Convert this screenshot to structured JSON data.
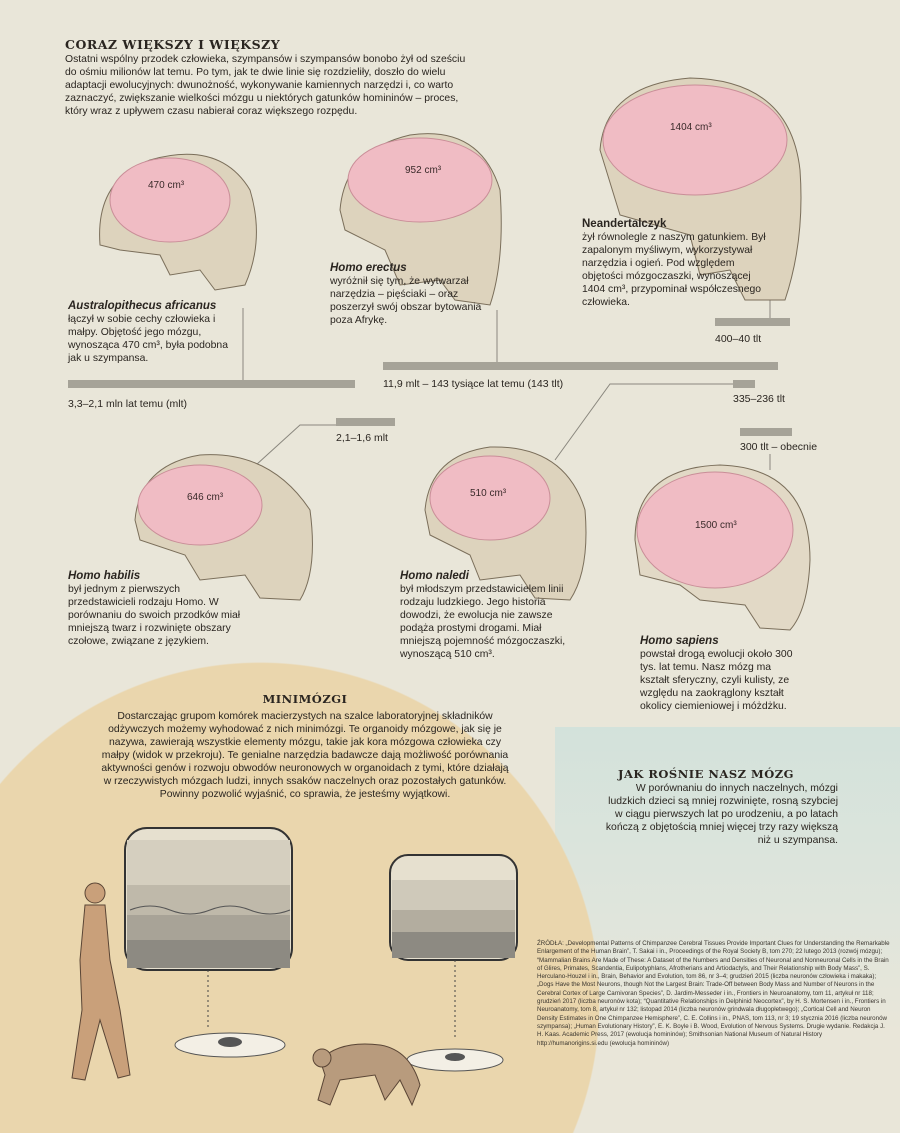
{
  "header": {
    "title": "CORAZ WIĘKSZY I WIĘKSZY",
    "intro": "Ostatni wspólny przodek człowieka, szympansów i szympansów bonobo żył od sześciu do ośmiu milionów lat temu. Po tym, jak te dwie linie się rozdzieliły, doszło do wielu adaptacji ewolucyjnych: dwunożność, wykonywanie kamiennych narzędzi i, co warto zaznaczyć, zwiększanie wielkości mózgu u niektórych gatunków homininów – proces, który wraz z upływem czasu nabierał coraz większego rozpędu."
  },
  "species": [
    {
      "name": "Australopithecus africanus",
      "volume": "470 cm³",
      "desc": "łączył w sobie cechy człowieka i małpy. Objętość jego mózgu, wynosząca 470 cm³, była podobna jak u szympansa.",
      "period": "3,3–2,1 mln lat temu (mlt)"
    },
    {
      "name": "Homo erectus",
      "volume": "952 cm³",
      "desc": "wyróżnił się tym, że wytwarzał narzędzia – pięściaki – oraz poszerzył swój obszar bytowania poza Afrykę.",
      "period": "11,9 mlt – 143 tysiące lat temu (143 tlt)"
    },
    {
      "name": "Neandertalczyk",
      "volume": "1404 cm³",
      "desc": "żył równolegle z naszym gatunkiem. Był zapalonym myśliwym, wykorzystywał narzędzia i ogień. Pod względem objętości mózgoczaszki, wynoszącej 1404 cm³, przypominał współczesnego człowieka.",
      "period": "400–40 tlt"
    },
    {
      "name": "Homo habilis",
      "volume": "646 cm³",
      "desc": "był jednym z pierwszych przedstawicieli rodzaju Homo. W porównaniu do swoich przodków miał mniejszą twarz i rozwinięte obszary czołowe, związane z językiem.",
      "period": "2,1–1,6 mlt"
    },
    {
      "name": "Homo naledi",
      "volume": "510 cm³",
      "desc": "był młodszym przedstawicielem linii rodzaju ludzkiego. Jego historia dowodzi, że ewolucja nie zawsze podąża prostymi drogami. Miał mniejszą pojemność mózgoczaszki, wynoszącą 510 cm³.",
      "period": "335–236 tlt"
    },
    {
      "name": "Homo sapiens",
      "volume": "1500 cm³",
      "desc": "powstał drogą ewolucji około 300 tys. lat temu. Nasz mózg ma kształt sferyczny, czyli kulisty, ze względu na zaokrąglony kształt okolicy ciemieniowej i móżdżku.",
      "period": "300 tlt – obecnie"
    }
  ],
  "minibrains": {
    "title": "MINIMÓZGI",
    "text": "Dostarczając grupom komórek macierzystych na szalce laboratoryjnej składników odżywczych możemy wyhodować z nich minimózgi. Te organoidy mózgowe, jak się je nazywa, zawierają wszystkie elementy mózgu, takie jak kora mózgowa człowieka czy małpy (widok w przekroju). Te genialne narzędzia badawcze dają możliwość porównania aktywności genów i rozwoju obwodów neuronowych w organoidach z tymi, które działają w rzeczywistych mózgach ludzi, innych ssaków naczelnych oraz pozostałych gatunków. Powinny pozwolić wyjaśnić, co sprawia, że jesteśmy wyjątkowi."
  },
  "growth": {
    "title": "JAK ROŚNIE NASZ MÓZG",
    "text": "W porównaniu do innych naczelnych, mózgi ludzkich dzieci są mniej rozwinięte, rosną szybciej w ciągu pierwszych lat po urodzeniu, a po latach kończą z objętością mniej więcej trzy razy większą niż u szympansa."
  },
  "sources": "ŹRÓDŁA: „Developmental Patterns of Chimpanzee Cerebral Tissues Provide Important Clues for Understanding the Remarkable Enlargement of the Human Brain”, T. Sakai i in., Proceedings of the Royal Society B, tom 270; 22 lutego 2013 (rozwój mózgu); “Mammalian Brains Are Made of These: A Dataset of the Numbers and Densities of Neuronal and Nonneuronal Cells in the Brain of Glires, Primates, Scandentia, Eulipotyphlans, Afrotherians and Artiodactyls, and Their Relationship with Body Mass”, S. Herculano-Houzel i in., Brain, Behavior and Evolution, tom 86, nr 3–4; grudzień 2015 (liczba neuronów człowieka i makaka); „Dogs Have the Most Neurons, though Not the Largest Brain: Trade-Off between Body Mass and Number of Neurons in the Cerebral Cortex of Large Carnivoran Species”, D. Jardim-Messeder i in., Frontiers in Neuroanatomy, tom 11, artykuł nr 118; grudzień 2017 (liczba neuronów kota); “Quantitative Relationships in Delphinid Neocortex”, by H. S. Mortensen i in., Frontiers in Neuroanatomy, tom 8, artykuł nr 132; listopad 2014 (liczba neuronów grindwala długopłetwego); „Cortical Cell and Neuron Density Estimates in One Chimpanzee Hemisphere”, C. E. Collins i in., PNAS, tom 113, nr 3; 19 stycznia 2016 (liczba neuronów szympansa); „Human Evolutionary History”, E. K. Boyle i B. Wood, Evolution of Nervous Systems. Drugie wydanie. Redakcja J. H. Kaas. Academic Press, 2017 (ewolucja homininów); Smithsonian National Museum of Natural History http://humanorigins.si.edu (ewolucja homininów)"
}
